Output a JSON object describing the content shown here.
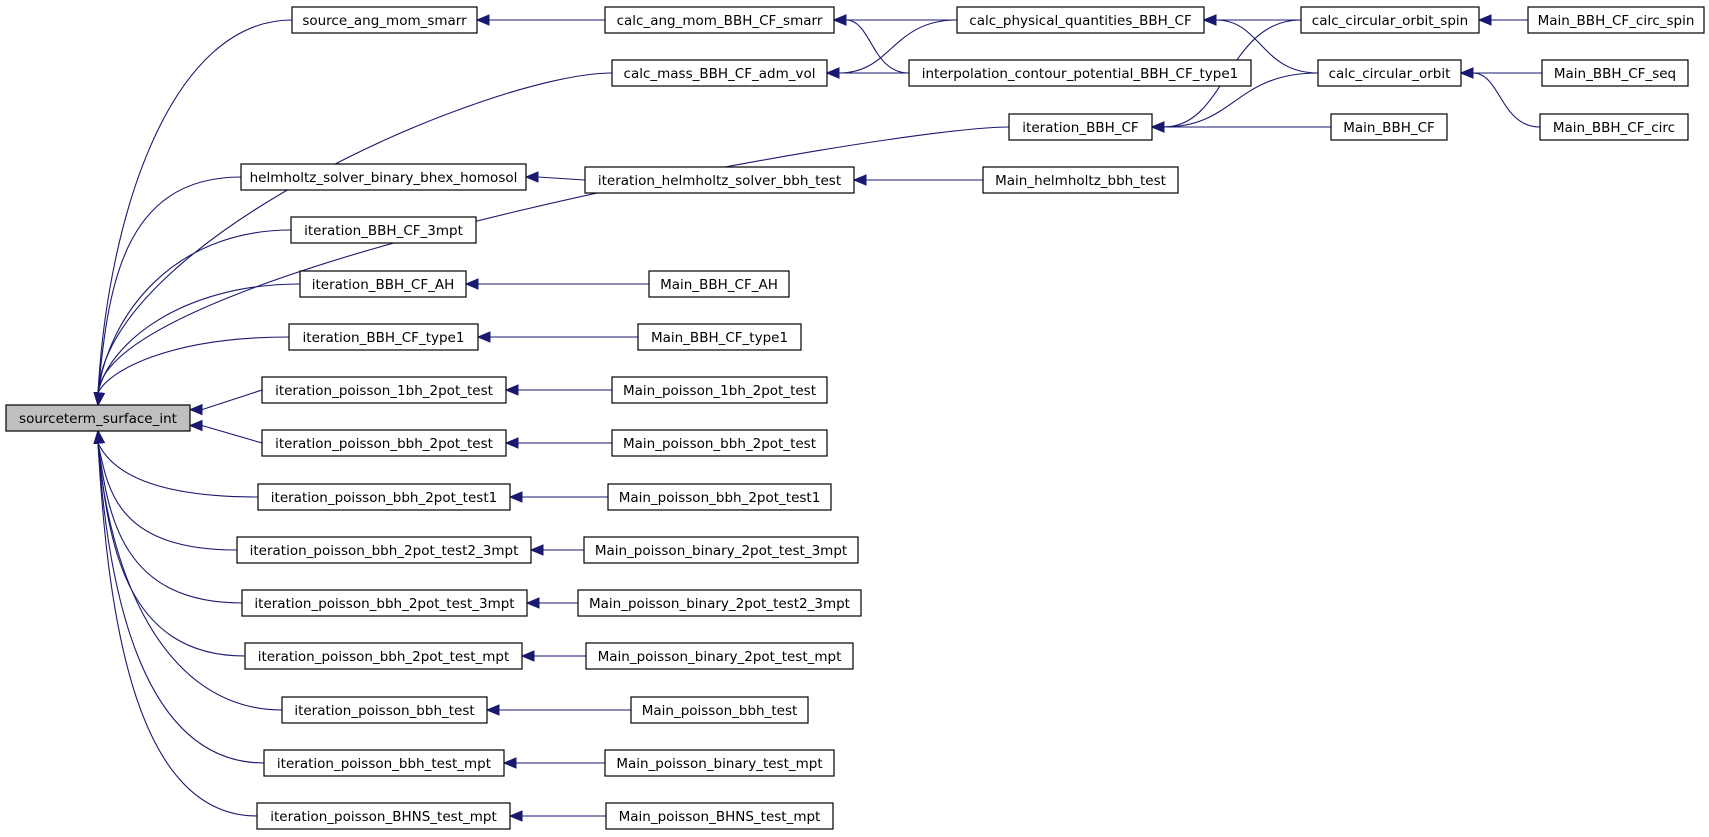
{
  "diagram": {
    "colors": {
      "edge": "#191970",
      "node_border": "#000000",
      "root_fill": "#bfbfbf",
      "node_fill": "#ffffff"
    },
    "nodes": [
      {
        "id": "root",
        "label": "sourceterm_surface_int",
        "root": true
      },
      {
        "id": "n1",
        "label": "source_ang_mom_smarr"
      },
      {
        "id": "n2",
        "label": "calc_ang_mom_BBH_CF_smarr"
      },
      {
        "id": "n3",
        "label": "calc_physical_quantities_BBH_CF"
      },
      {
        "id": "n4",
        "label": "calc_circular_orbit_spin"
      },
      {
        "id": "n5",
        "label": "Main_BBH_CF_circ_spin"
      },
      {
        "id": "n6",
        "label": "calc_mass_BBH_CF_adm_vol"
      },
      {
        "id": "n7",
        "label": "interpolation_contour_potential_BBH_CF_type1"
      },
      {
        "id": "n8",
        "label": "calc_circular_orbit"
      },
      {
        "id": "n9",
        "label": "Main_BBH_CF_seq"
      },
      {
        "id": "n10",
        "label": "iteration_BBH_CF"
      },
      {
        "id": "n11",
        "label": "Main_BBH_CF"
      },
      {
        "id": "n12",
        "label": "Main_BBH_CF_circ"
      },
      {
        "id": "n13",
        "label": "helmholtz_solver_binary_bhex_homosol"
      },
      {
        "id": "n14",
        "label": "iteration_helmholtz_solver_bbh_test"
      },
      {
        "id": "n15",
        "label": "Main_helmholtz_bbh_test"
      },
      {
        "id": "n16",
        "label": "iteration_BBH_CF_3mpt"
      },
      {
        "id": "n17",
        "label": "iteration_BBH_CF_AH"
      },
      {
        "id": "n18",
        "label": "Main_BBH_CF_AH"
      },
      {
        "id": "n19",
        "label": "iteration_BBH_CF_type1"
      },
      {
        "id": "n20",
        "label": "Main_BBH_CF_type1"
      },
      {
        "id": "n21",
        "label": "iteration_poisson_1bh_2pot_test"
      },
      {
        "id": "n22",
        "label": "Main_poisson_1bh_2pot_test"
      },
      {
        "id": "n23",
        "label": "iteration_poisson_bbh_2pot_test"
      },
      {
        "id": "n24",
        "label": "Main_poisson_bbh_2pot_test"
      },
      {
        "id": "n25",
        "label": "iteration_poisson_bbh_2pot_test1"
      },
      {
        "id": "n26",
        "label": "Main_poisson_bbh_2pot_test1"
      },
      {
        "id": "n27",
        "label": "iteration_poisson_bbh_2pot_test2_3mpt"
      },
      {
        "id": "n28",
        "label": "Main_poisson_binary_2pot_test_3mpt"
      },
      {
        "id": "n29",
        "label": "iteration_poisson_bbh_2pot_test_3mpt"
      },
      {
        "id": "n30",
        "label": "Main_poisson_binary_2pot_test2_3mpt"
      },
      {
        "id": "n31",
        "label": "iteration_poisson_bbh_2pot_test_mpt"
      },
      {
        "id": "n32",
        "label": "Main_poisson_binary_2pot_test_mpt"
      },
      {
        "id": "n33",
        "label": "iteration_poisson_bbh_test"
      },
      {
        "id": "n34",
        "label": "Main_poisson_bbh_test"
      },
      {
        "id": "n35",
        "label": "iteration_poisson_bbh_test_mpt"
      },
      {
        "id": "n36",
        "label": "Main_poisson_binary_test_mpt"
      },
      {
        "id": "n37",
        "label": "iteration_poisson_BHNS_test_mpt"
      },
      {
        "id": "n38",
        "label": "Main_poisson_BHNS_test_mpt"
      }
    ],
    "edges": [
      {
        "from": "n1",
        "to": "root"
      },
      {
        "from": "n6",
        "to": "root"
      },
      {
        "from": "n10",
        "to": "root"
      },
      {
        "from": "n13",
        "to": "root"
      },
      {
        "from": "n16",
        "to": "root"
      },
      {
        "from": "n17",
        "to": "root"
      },
      {
        "from": "n19",
        "to": "root"
      },
      {
        "from": "n21",
        "to": "root"
      },
      {
        "from": "n23",
        "to": "root"
      },
      {
        "from": "n25",
        "to": "root"
      },
      {
        "from": "n27",
        "to": "root"
      },
      {
        "from": "n29",
        "to": "root"
      },
      {
        "from": "n31",
        "to": "root"
      },
      {
        "from": "n33",
        "to": "root"
      },
      {
        "from": "n35",
        "to": "root"
      },
      {
        "from": "n37",
        "to": "root"
      },
      {
        "from": "n2",
        "to": "n1"
      },
      {
        "from": "n3",
        "to": "n2"
      },
      {
        "from": "n7",
        "to": "n2"
      },
      {
        "from": "n4",
        "to": "n3"
      },
      {
        "from": "n8",
        "to": "n3"
      },
      {
        "from": "n5",
        "to": "n4"
      },
      {
        "from": "n3",
        "to": "n6"
      },
      {
        "from": "n7",
        "to": "n6"
      },
      {
        "from": "n9",
        "to": "n8"
      },
      {
        "from": "n12",
        "to": "n8"
      },
      {
        "from": "n4",
        "to": "n10"
      },
      {
        "from": "n8",
        "to": "n10"
      },
      {
        "from": "n11",
        "to": "n10"
      },
      {
        "from": "n14",
        "to": "n13"
      },
      {
        "from": "n15",
        "to": "n14"
      },
      {
        "from": "n18",
        "to": "n17"
      },
      {
        "from": "n20",
        "to": "n19"
      },
      {
        "from": "n22",
        "to": "n21"
      },
      {
        "from": "n24",
        "to": "n23"
      },
      {
        "from": "n26",
        "to": "n25"
      },
      {
        "from": "n28",
        "to": "n27"
      },
      {
        "from": "n30",
        "to": "n29"
      },
      {
        "from": "n32",
        "to": "n31"
      },
      {
        "from": "n34",
        "to": "n33"
      },
      {
        "from": "n36",
        "to": "n35"
      },
      {
        "from": "n38",
        "to": "n37"
      }
    ]
  }
}
